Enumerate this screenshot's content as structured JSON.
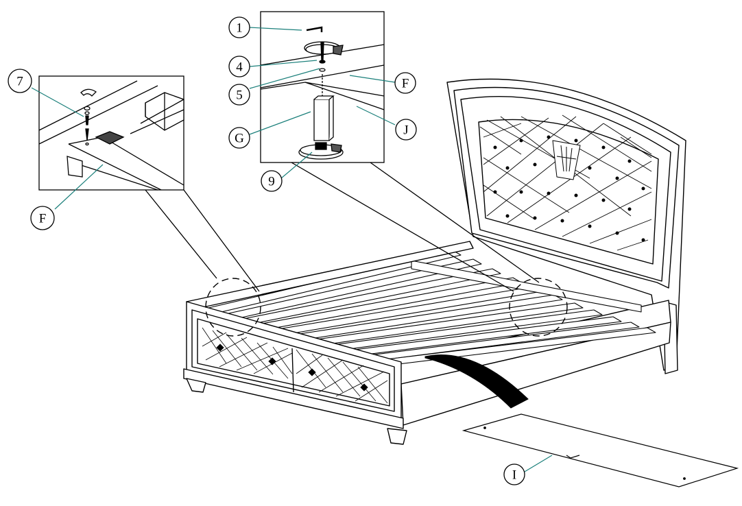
{
  "colors": {
    "line": "#000000",
    "leader": "#1a7f7a",
    "paper": "#ffffff"
  },
  "callouts": {
    "part_1": "1",
    "part_4": "4",
    "part_5": "5",
    "part_7": "7",
    "part_9": "9",
    "part_F_right": "F",
    "part_F_left": "F",
    "part_G": "G",
    "part_J": "J",
    "part_I": "I"
  }
}
